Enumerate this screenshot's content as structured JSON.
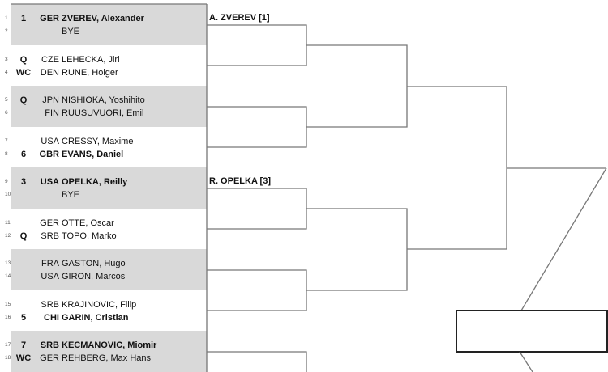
{
  "players": [
    {
      "num": "1",
      "seed": "1",
      "country": "GER",
      "name": "ZVEREV, Alexander",
      "bold": true
    },
    {
      "num": "2",
      "seed": "",
      "country": "",
      "name": "BYE",
      "bold": false
    },
    {
      "num": "3",
      "seed": "Q",
      "country": "CZE",
      "name": "LEHECKA, Jiri",
      "bold": false
    },
    {
      "num": "4",
      "seed": "WC",
      "country": "DEN",
      "name": "RUNE, Holger",
      "bold": false
    },
    {
      "num": "5",
      "seed": "Q",
      "country": "JPN",
      "name": "NISHIOKA, Yoshihito",
      "bold": false
    },
    {
      "num": "6",
      "seed": "",
      "country": "FIN",
      "name": "RUUSUVUORI, Emil",
      "bold": false
    },
    {
      "num": "7",
      "seed": "",
      "country": "USA",
      "name": "CRESSY, Maxime",
      "bold": false
    },
    {
      "num": "8",
      "seed": "6",
      "country": "GBR",
      "name": "EVANS, Daniel",
      "bold": true
    },
    {
      "num": "9",
      "seed": "3",
      "country": "USA",
      "name": "OPELKA, Reilly",
      "bold": true
    },
    {
      "num": "10",
      "seed": "",
      "country": "",
      "name": "BYE",
      "bold": false
    },
    {
      "num": "11",
      "seed": "",
      "country": "GER",
      "name": "OTTE, Oscar",
      "bold": false
    },
    {
      "num": "12",
      "seed": "Q",
      "country": "SRB",
      "name": "TOPO, Marko",
      "bold": false
    },
    {
      "num": "13",
      "seed": "",
      "country": "FRA",
      "name": "GASTON, Hugo",
      "bold": false
    },
    {
      "num": "14",
      "seed": "",
      "country": "USA",
      "name": "GIRON, Marcos",
      "bold": false
    },
    {
      "num": "15",
      "seed": "",
      "country": "SRB",
      "name": "KRAJINOVIC, Filip",
      "bold": false
    },
    {
      "num": "16",
      "seed": "5",
      "country": "CHI",
      "name": "GARIN, Cristian",
      "bold": true
    },
    {
      "num": "17",
      "seed": "7",
      "country": "SRB",
      "name": "KECMANOVIC, Miomir",
      "bold": true
    },
    {
      "num": "18",
      "seed": "WC",
      "country": "GER",
      "name": "REHBERG, Max Hans",
      "bold": false
    }
  ],
  "advancers": [
    "A. ZVEREV [1]",
    "R. OPELKA [3]"
  ],
  "colors": {
    "shade": "#d9d9d9",
    "line": "#777777"
  }
}
